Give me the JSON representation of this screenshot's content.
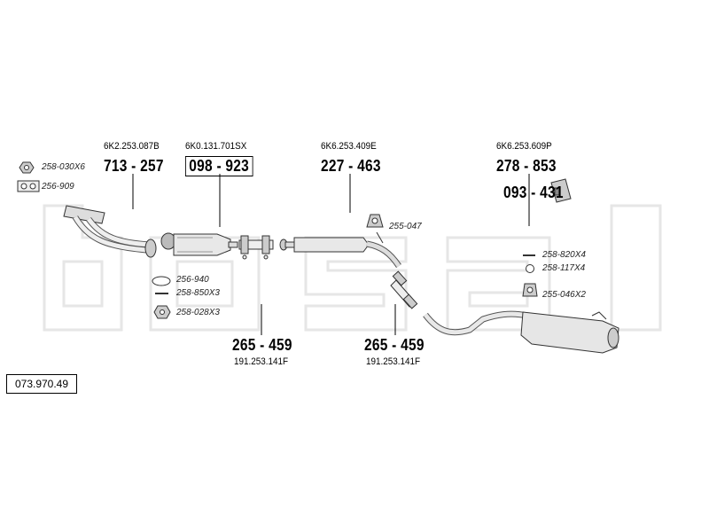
{
  "catalog_number": "073.970.49",
  "watermark": "bosal",
  "parts": [
    {
      "id": "p1",
      "ref": "6K2.253.087B",
      "number": "713 - 257"
    },
    {
      "id": "p2",
      "ref": "6K0.131.701SX",
      "number": "098 - 923"
    },
    {
      "id": "p3",
      "ref": "6K6.253.409E",
      "number": "227 - 463"
    },
    {
      "id": "p4",
      "ref": "6K6.253.609P",
      "number": "278 - 853"
    },
    {
      "id": "p5",
      "ref": "191.253.141F",
      "number": "265 - 459"
    },
    {
      "id": "p6",
      "ref": "191.253.141F",
      "number": "265 - 459"
    },
    {
      "id": "p7",
      "number": "093 - 431"
    }
  ],
  "accessories": {
    "a1": "258-030X6",
    "a2": "256-909",
    "a3": "255-047",
    "a4": "256-940",
    "a5": "258-850X3",
    "a6": "258-028X3",
    "a7": "258-820X4",
    "a8": "258-117X4",
    "a9": "255-046X2"
  }
}
